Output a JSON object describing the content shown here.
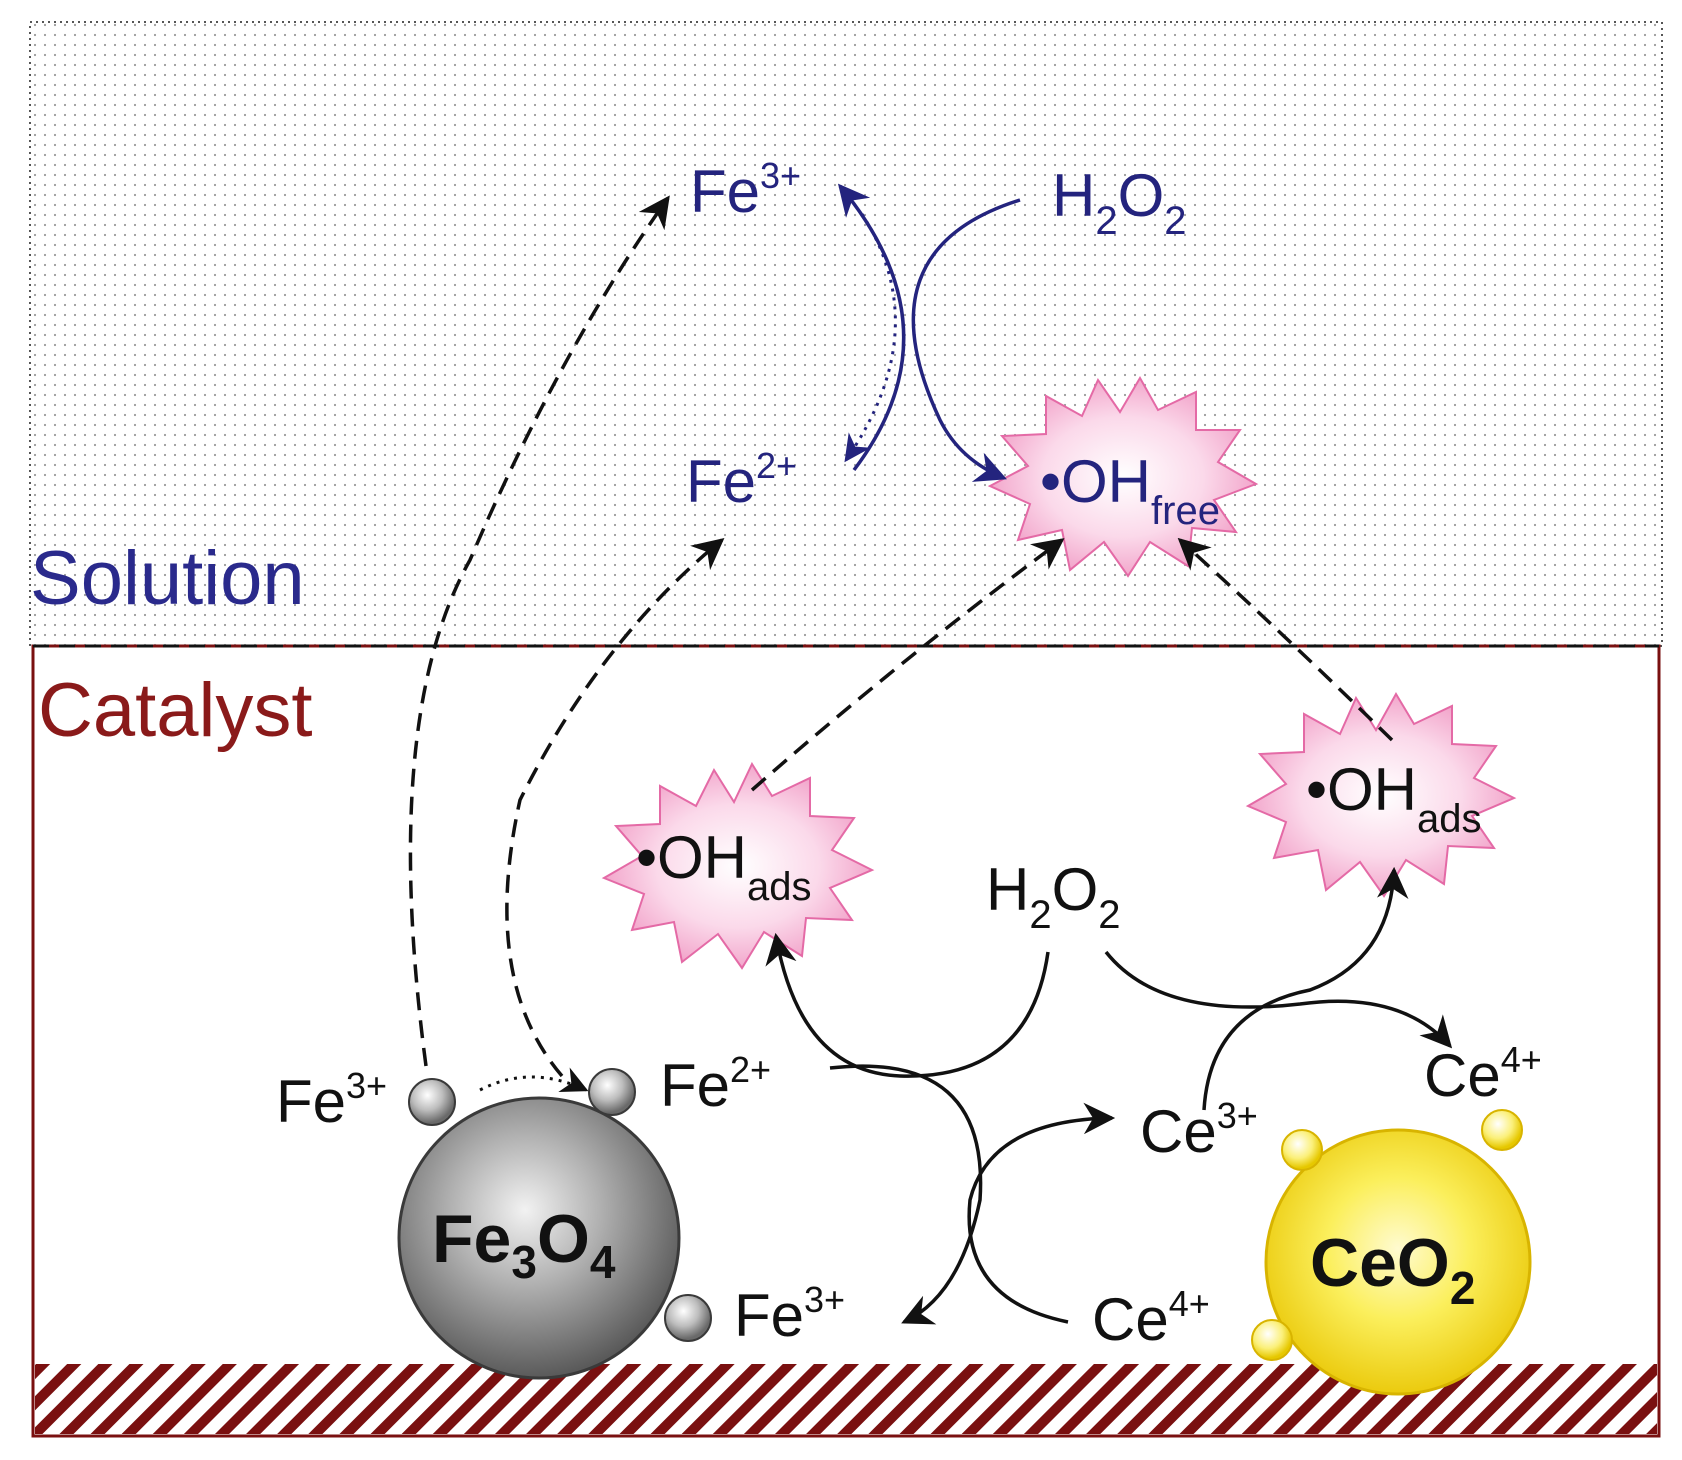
{
  "regions": {
    "solution": "Solution",
    "catalyst": "Catalyst"
  },
  "solution_species": {
    "fe3": {
      "base": "Fe",
      "sup": "3+"
    },
    "fe2": {
      "base": "Fe",
      "sup": "2+"
    },
    "h2o2": {
      "h": "H",
      "sub": "2",
      "o": "O",
      "sub2": "2"
    },
    "oh_free": {
      "base": "•OH",
      "sub": "free"
    }
  },
  "catalyst_species": {
    "oh_ads_left": {
      "base": "•OH",
      "sub": "ads"
    },
    "oh_ads_right": {
      "base": "•OH",
      "sub": "ads"
    },
    "h2o2": {
      "h": "H",
      "sub": "2",
      "o": "O",
      "sub2": "2"
    },
    "fe3_top": {
      "base": "Fe",
      "sup": "3+"
    },
    "fe2": {
      "base": "Fe",
      "sup": "2+"
    },
    "fe3_bottom": {
      "base": "Fe",
      "sup": "3+"
    },
    "ce3": {
      "base": "Ce",
      "sup": "3+"
    },
    "ce4_top": {
      "base": "Ce",
      "sup": "4+"
    },
    "ce4_bottom": {
      "base": "Ce",
      "sup": "4+"
    }
  },
  "particles": {
    "fe3o4": {
      "a": "Fe",
      "s1": "3",
      "b": "O",
      "s2": "4"
    },
    "ceo2": {
      "a": "CeO",
      "s1": "2"
    }
  },
  "colors": {
    "solution_text": "#2a2a8c",
    "catalyst_text": "#8a1a1a",
    "catalyst_border": "#7a1010",
    "burst_fill": "#f6b8d8",
    "fe3o4": "#8c8c8c",
    "ceo2": "#f5e21c"
  }
}
